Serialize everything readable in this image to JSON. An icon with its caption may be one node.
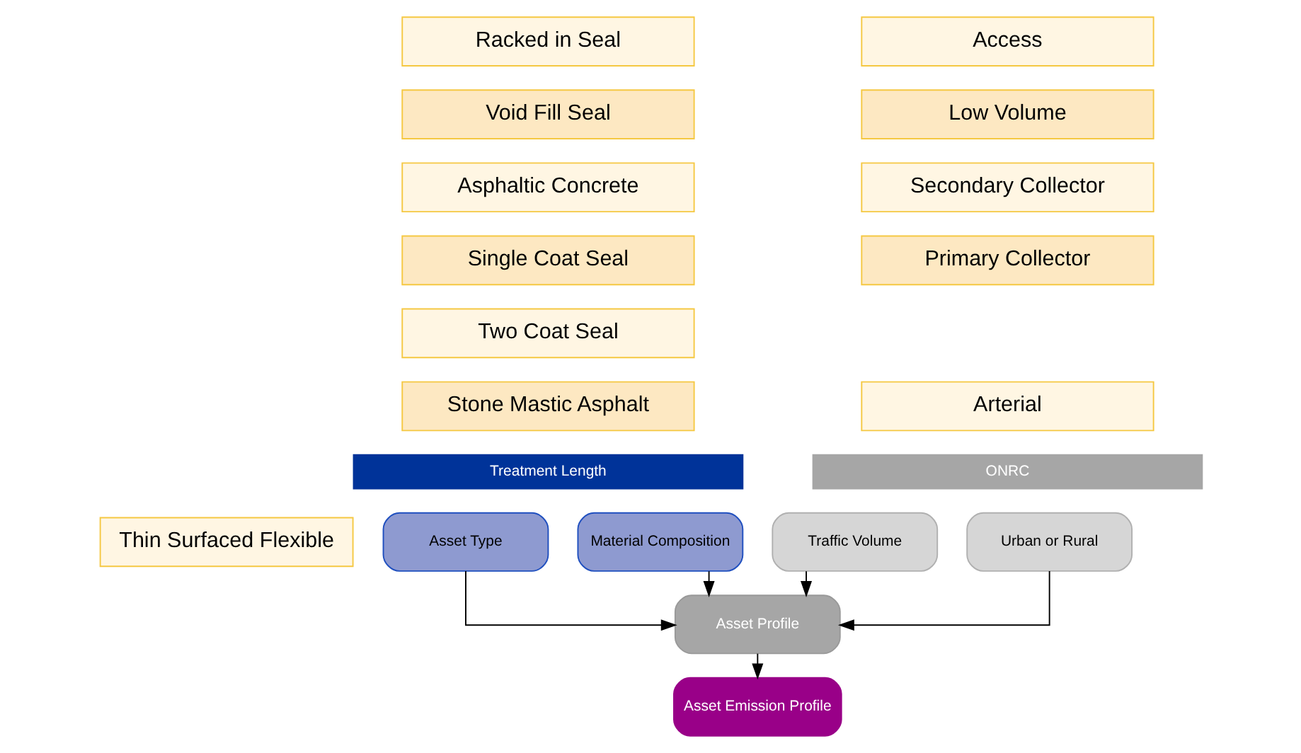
{
  "diagram": {
    "nodes": [
      {
        "text": [
          "Racked in Seal"
        ]
      },
      {
        "text": [
          "Void Fill Seal"
        ]
      },
      {
        "text": [
          "Asphaltic Concrete"
        ]
      },
      {
        "text": [
          "Single Coat Seal"
        ]
      },
      {
        "text": [
          "Two Coat Seal"
        ]
      },
      {
        "text": [
          "Stone Mastic Asphalt"
        ]
      },
      {
        "text": [
          "Access"
        ]
      },
      {
        "text": [
          "Low Volume"
        ]
      },
      {
        "text": [
          "Secondary Collector"
        ]
      },
      {
        "text": [
          "Primary Collector"
        ]
      },
      {
        "text": [
          "Arterial"
        ]
      },
      {
        "text": [
          "Treatment Length"
        ]
      },
      {
        "text": [
          "ONRC"
        ]
      },
      {
        "text": [
          "Thin Surfaced Flexible"
        ]
      },
      {
        "text": [
          "Asset Type"
        ]
      },
      {
        "text": [
          "Material Composition"
        ]
      },
      {
        "text": [
          "Traffic Volume"
        ]
      },
      {
        "text": [
          "Urban or Rural"
        ]
      },
      {
        "text": [
          "Asset Profile"
        ]
      },
      {
        "text": [
          "Asset Emission Profile"
        ]
      }
    ],
    "edges": [
      {
        "from": 14,
        "to": 18,
        "arrow": "to"
      },
      {
        "from": 15,
        "to": 18,
        "arrow": "to"
      },
      {
        "from": 16,
        "to": 18,
        "arrow": "to"
      },
      {
        "from": 17,
        "to": 18,
        "arrow": "to"
      },
      {
        "from": 18,
        "to": 19,
        "arrow": "to"
      }
    ]
  }
}
